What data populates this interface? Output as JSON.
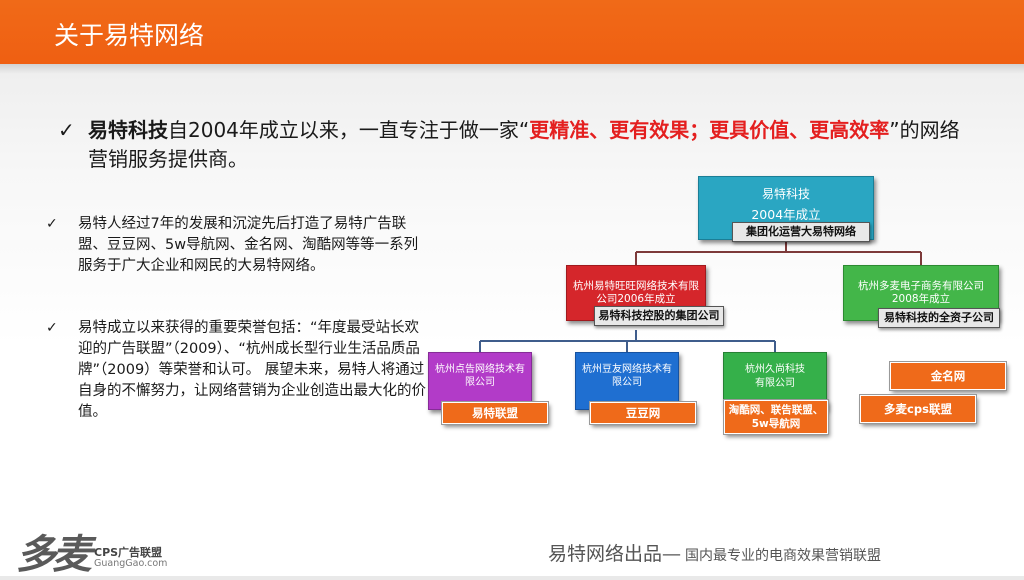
{
  "header": {
    "title": "关于易特网络"
  },
  "intro": {
    "check": "✓",
    "bold": "易特科技",
    "text1": "自2004年成立以来，一直专注于做一家“",
    "highlight": "更精准、更有效果；更具价值、更高效率",
    "text2": "”的网络营销服务提供商。"
  },
  "bullets": [
    {
      "check": "✓",
      "text": "易特人经过7年的发展和沉淀先后打造了易特广告联盟、豆豆网、5w导航网、金名网、淘酷网等等一系列服务于广大企业和网民的大易特网络。"
    },
    {
      "check": "✓",
      "text": "易特成立以来获得的重要荣誉包括：“年度最受站长欢迎的广告联盟”（2009）、“杭州成长型行业生活品质品牌”（2009）等荣誉和认可。 展望未来，易特人将通过自身的不懈努力，让网络营销为企业创造出最大化的价值。"
    }
  ],
  "diagram": {
    "root": {
      "line1": "易特科技",
      "line2": "2004年成立",
      "label": "集团化运营大易特网络"
    },
    "wangwang": {
      "line1": "杭州易特旺旺网络技术有限",
      "line2": "公司2006年成立",
      "label": "易特科技控股的集团公司"
    },
    "duomai": {
      "line1": "杭州多麦电子商务有限公司",
      "line2": "2008年成立",
      "label": "易特科技的全资子公司"
    },
    "dianguang": {
      "line1": "杭州点告网络技术有",
      "line2": "限公司",
      "product": "易特联盟"
    },
    "doudou": {
      "line1": "杭州豆友网络技术有",
      "line2": "限公司",
      "product": "豆豆网"
    },
    "jiushang": {
      "line1": "杭州久尚科技",
      "line2": "有限公司",
      "product1": "淘酷网、联告联盟、",
      "product2": "5w导航网"
    },
    "duomai_products": [
      "金名网",
      "多麦cps联盟"
    ]
  },
  "footer": {
    "logo_mark": "多麦",
    "logo_sub1": "CPS广告联盟",
    "logo_sub2": "GuangGao.com",
    "tag_main": "易特网络出品—",
    "tag_sub": "国内最专业的电商效果营销联盟"
  }
}
